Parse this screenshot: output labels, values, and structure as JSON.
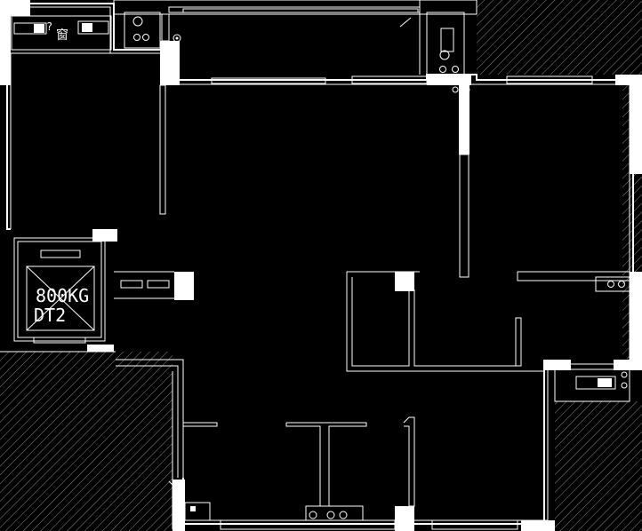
{
  "elevator": {
    "capacity": "800KG",
    "code": "DT2"
  },
  "window_label": "窗",
  "colors": {
    "background": "#000000",
    "lines": "#ffffff"
  },
  "icons": [
    "ac-unit-icon",
    "washbasin-icon",
    "stove-burner-icon",
    "water-heater-icon",
    "floor-drain-icon"
  ]
}
